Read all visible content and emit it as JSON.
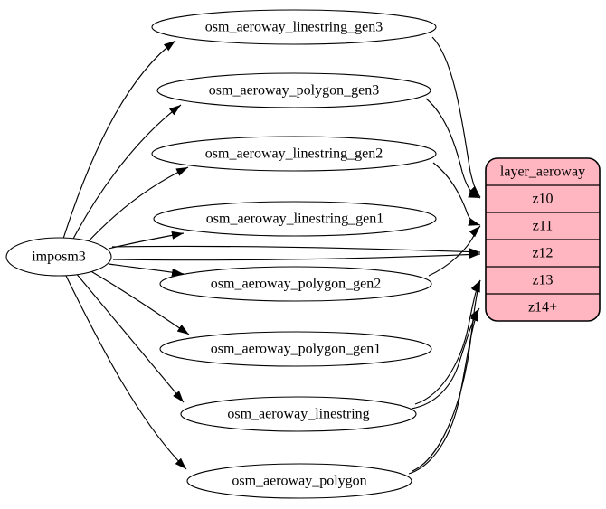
{
  "diagram": {
    "source_node": {
      "id": "imposm3",
      "label": "imposm3"
    },
    "tables": [
      {
        "id": "osm_aeroway_linestring_gen3",
        "label": "osm_aeroway_linestring_gen3"
      },
      {
        "id": "osm_aeroway_polygon_gen3",
        "label": "osm_aeroway_polygon_gen3"
      },
      {
        "id": "osm_aeroway_linestring_gen2",
        "label": "osm_aeroway_linestring_gen2"
      },
      {
        "id": "osm_aeroway_linestring_gen1",
        "label": "osm_aeroway_linestring_gen1"
      },
      {
        "id": "osm_aeroway_polygon_gen2",
        "label": "osm_aeroway_polygon_gen2"
      },
      {
        "id": "osm_aeroway_polygon_gen1",
        "label": "osm_aeroway_polygon_gen1"
      },
      {
        "id": "osm_aeroway_linestring",
        "label": "osm_aeroway_linestring"
      },
      {
        "id": "osm_aeroway_polygon",
        "label": "osm_aeroway_polygon"
      }
    ],
    "layer": {
      "title": "layer_aeroway",
      "zoom_rows": [
        "z10",
        "z11",
        "z12",
        "z13",
        "z14+"
      ]
    },
    "edges": {
      "from_source": [
        "osm_aeroway_linestring_gen3",
        "osm_aeroway_polygon_gen3",
        "osm_aeroway_linestring_gen2",
        "osm_aeroway_linestring_gen1",
        "osm_aeroway_polygon_gen2",
        "osm_aeroway_polygon_gen1",
        "osm_aeroway_linestring",
        "osm_aeroway_polygon"
      ],
      "to_layer": [
        {
          "from": "osm_aeroway_linestring_gen3",
          "to": "z10"
        },
        {
          "from": "osm_aeroway_polygon_gen3",
          "to": "z10"
        },
        {
          "from": "osm_aeroway_linestring_gen2",
          "to": "z11"
        },
        {
          "from": "osm_aeroway_polygon_gen2",
          "to": "z11"
        },
        {
          "from": "osm_aeroway_linestring_gen1",
          "to": "z12"
        },
        {
          "from": "osm_aeroway_polygon_gen1",
          "to": "z12"
        },
        {
          "from": "osm_aeroway_linestring",
          "to": "z13"
        },
        {
          "from": "osm_aeroway_polygon",
          "to": "z13"
        },
        {
          "from": "osm_aeroway_linestring",
          "to": "z14+"
        },
        {
          "from": "osm_aeroway_polygon",
          "to": "z14+"
        }
      ]
    },
    "colors": {
      "layer_fill": "#ffb6c1",
      "node_fill": "#ffffff",
      "stroke": "#000000",
      "text": "#000000",
      "background": "#ffffff"
    }
  }
}
